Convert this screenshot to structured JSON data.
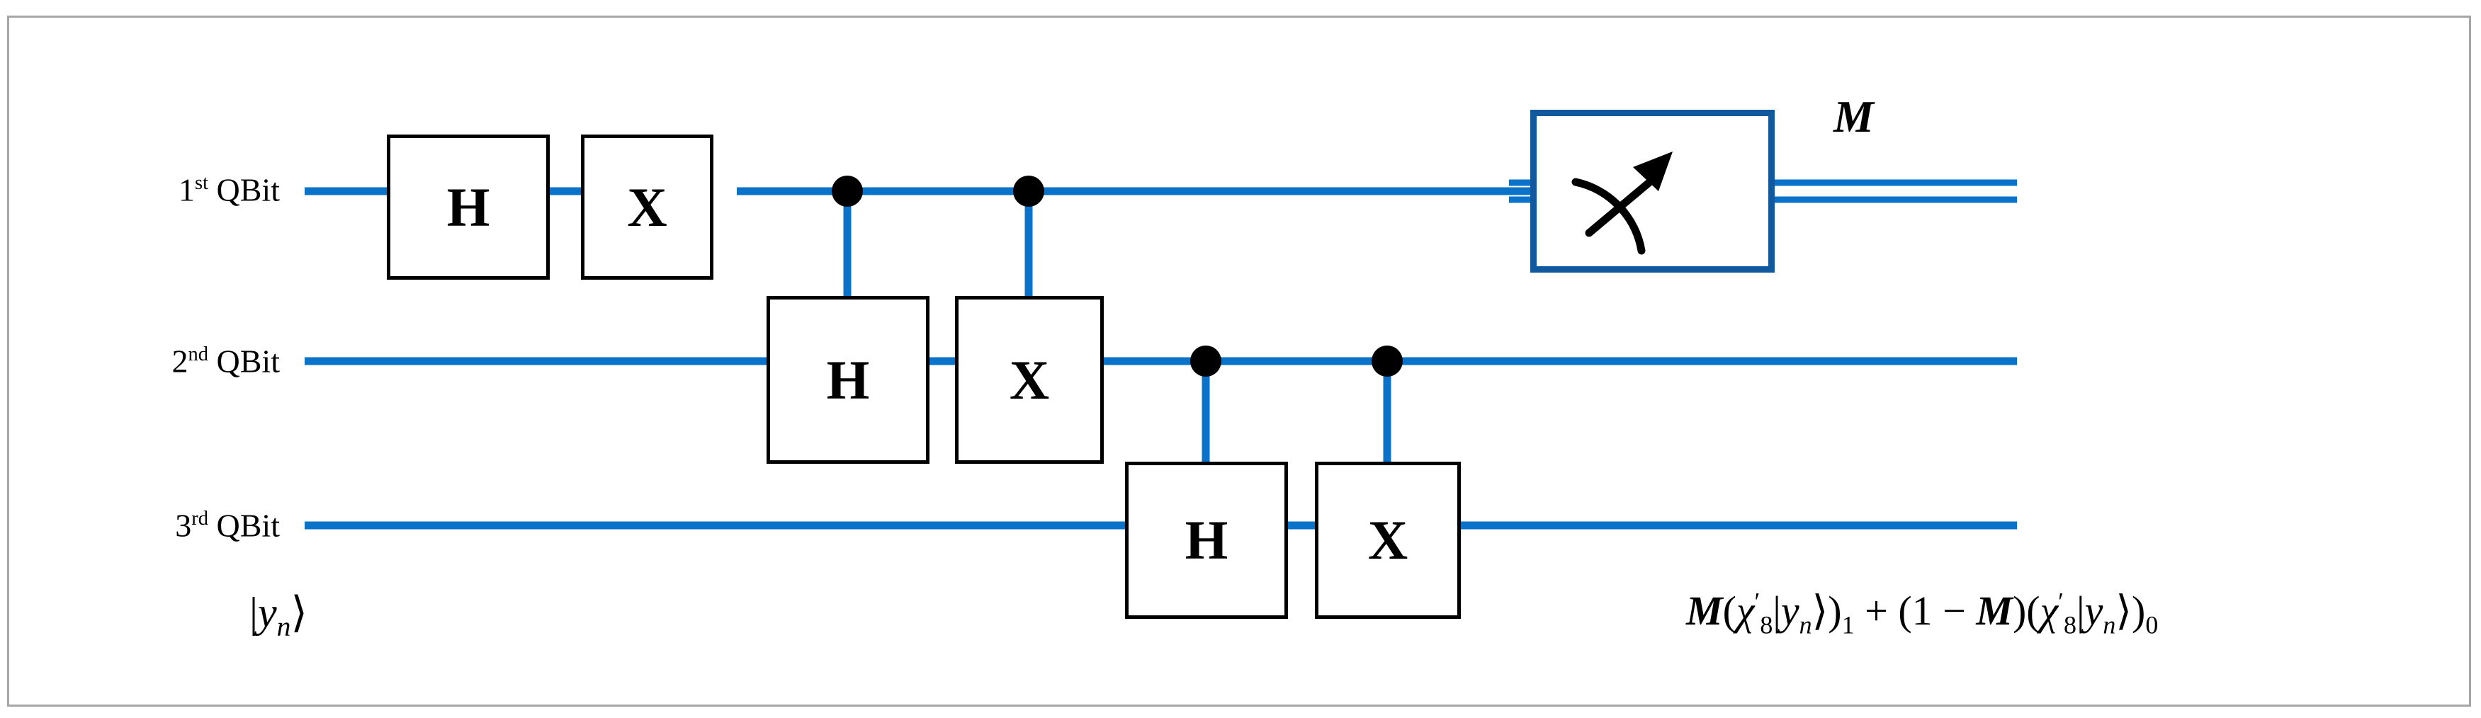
{
  "diagram": {
    "title": "3-qubit cascaded controlled H/X quantum circuit with measurement",
    "colors": {
      "wire": "#0a72c8",
      "measure_border": "#11599f",
      "gate_border": "#000000",
      "frame_border": "#a6a6a6",
      "control_dot": "#000000",
      "background": "#ffffff"
    },
    "qubit_labels": [
      {
        "ordinal": "1",
        "suffix": "st",
        "text": "QBit",
        "full": "1st QBit"
      },
      {
        "ordinal": "2",
        "suffix": "nd",
        "text": "QBit",
        "full": "2nd QBit"
      },
      {
        "ordinal": "3",
        "suffix": "rd",
        "text": "QBit",
        "full": "3rd QBit"
      }
    ],
    "gates": [
      {
        "label": "H",
        "wire": 1,
        "column": 1,
        "controlled_by": null
      },
      {
        "label": "X",
        "wire": 1,
        "column": 2,
        "controlled_by": null
      },
      {
        "label": "H",
        "wire": 2,
        "column": 3,
        "controlled_by": 1
      },
      {
        "label": "X",
        "wire": 2,
        "column": 4,
        "controlled_by": 1
      },
      {
        "label": "H",
        "wire": 3,
        "column": 5,
        "controlled_by": 2
      },
      {
        "label": "X",
        "wire": 3,
        "column": 6,
        "controlled_by": 2
      }
    ],
    "controls": [
      {
        "wire": 1,
        "column": 3
      },
      {
        "wire": 1,
        "column": 4
      },
      {
        "wire": 2,
        "column": 5
      },
      {
        "wire": 2,
        "column": 6
      }
    ],
    "measurement": {
      "wire": 1,
      "icon": "meter-gauge-icon",
      "output_label": "M",
      "output_wire_type": "classical-double-line"
    },
    "input_state": {
      "bra_bar": "|",
      "symbol": "y",
      "subscript": "n",
      "ket_close": "⟩",
      "full": "|yₙ⟩"
    },
    "output_expression": {
      "full": "M(χ′₈|yₙ⟩)₁ + (1 − M)(χ′₈|yₙ⟩)₀",
      "parts": {
        "m1": "M",
        "open1": "(",
        "chi1": "χ",
        "prime1": "′",
        "chisub1": "8",
        "bar1": "|",
        "y1": "y",
        "ysub1": "n",
        "ket1": "⟩",
        "close1": ")",
        "idx1": "1",
        "plus": "+",
        "open2": "(",
        "one": "1",
        "minus": "−",
        "m2": "M",
        "close2": ")",
        "open3": "(",
        "chi2": "χ",
        "prime2": "′",
        "chisub2": "8",
        "bar2": "|",
        "y2": "y",
        "ysub2": "n",
        "ket2": "⟩",
        "close3": ")",
        "idx2": "0"
      }
    }
  }
}
